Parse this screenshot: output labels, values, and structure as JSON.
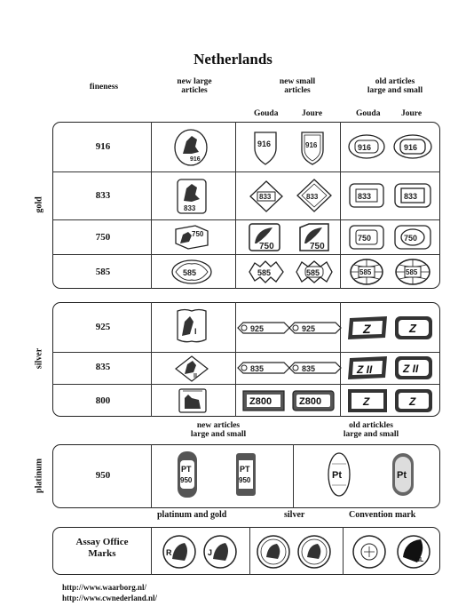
{
  "page": {
    "title": "Netherlands",
    "headers": {
      "fineness": "fineness",
      "new_large": [
        "new large",
        "articles"
      ],
      "new_small": [
        "new small",
        "articles"
      ],
      "old_articles": [
        "old articles",
        "large and small"
      ],
      "gouda": "Gouda",
      "joure": "Joure"
    },
    "gold": {
      "label": "gold",
      "rows": [
        "916",
        "833",
        "750",
        "585"
      ]
    },
    "silver": {
      "label": "silver",
      "rows": [
        "925",
        "835",
        "800"
      ]
    },
    "platinum_headers": {
      "new_articles": [
        "new articles",
        "large and small"
      ],
      "old_articles": [
        "old artickles",
        "large and small"
      ]
    },
    "platinum": {
      "label": "platinum",
      "rows": [
        "950"
      ]
    },
    "assay_headers": {
      "platinum_gold": "platinum and gold",
      "silver": "silver",
      "convention": "Convention mark"
    },
    "assay": {
      "label": [
        "Assay Office",
        "Marks"
      ]
    },
    "mark_text": {
      "pt": "PT",
      "pt_950": "950",
      "old_pt": "Pt",
      "z800": "Z800",
      "z": "Z",
      "z_ii": "Z II",
      "assay_r": "R",
      "assay_j": "J",
      "nl": "NL"
    },
    "links": [
      "http://www.waarborg.nl/",
      "http://www.cwnederland.nl/"
    ]
  }
}
